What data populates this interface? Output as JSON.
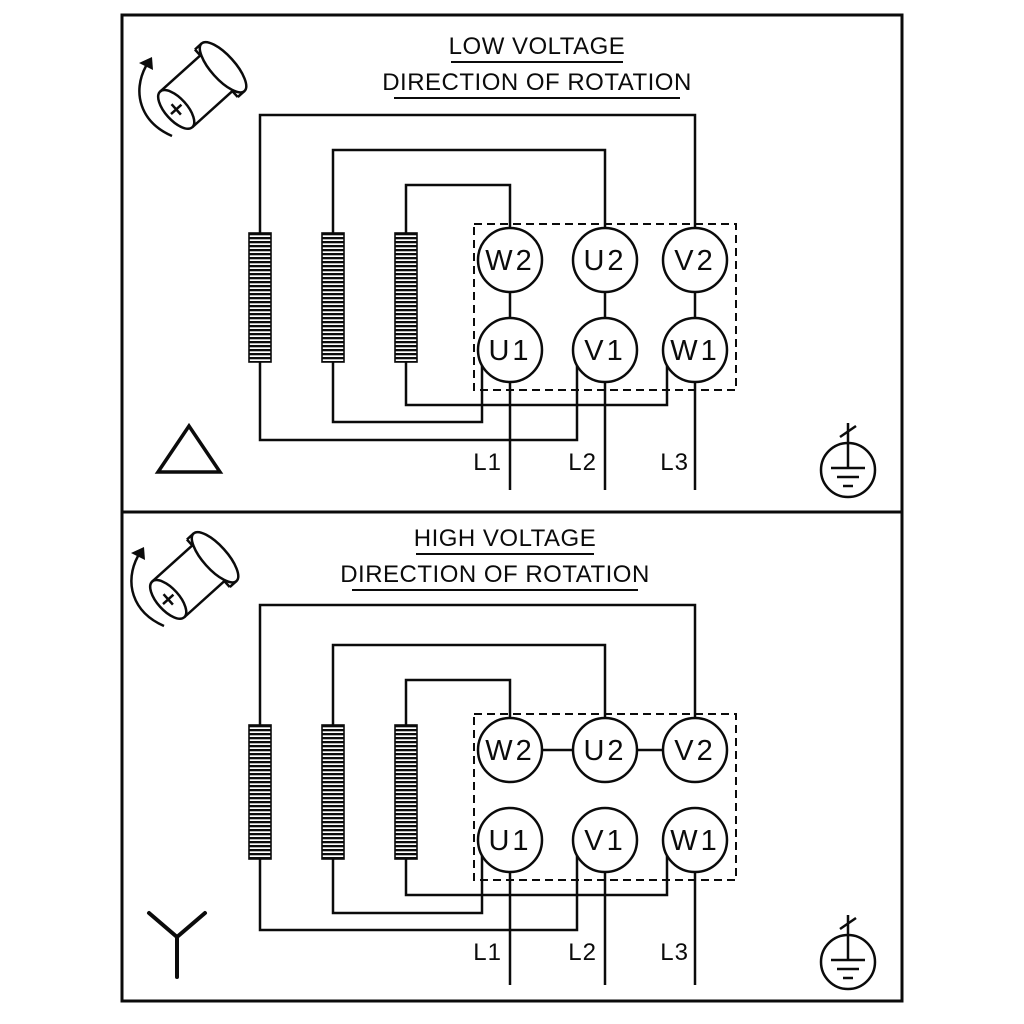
{
  "panels": [
    {
      "title": "LOW VOLTAGE",
      "subtitle": "DIRECTION OF ROTATION",
      "connection_symbol": "delta",
      "terminals": {
        "top_row": [
          "W2",
          "U2",
          "V2"
        ],
        "bottom_row": [
          "U1",
          "V1",
          "W1"
        ]
      },
      "supply_lines": [
        "L1",
        "L2",
        "L3"
      ]
    },
    {
      "title": "HIGH VOLTAGE",
      "subtitle": "DIRECTION OF ROTATION",
      "connection_symbol": "star",
      "terminals": {
        "top_row": [
          "W2",
          "U2",
          "V2"
        ],
        "bottom_row": [
          "U1",
          "V1",
          "W1"
        ]
      },
      "supply_lines": [
        "L1",
        "L2",
        "L3"
      ]
    }
  ],
  "icons": {
    "rotation_direction": "motor-shaft-with-ccw-arrow",
    "low_voltage_connection": "delta-triangle",
    "high_voltage_connection": "star-y",
    "ground": "earth-ground-in-circle"
  },
  "colors": {
    "ink": "#0b0b0b",
    "background": "#ffffff"
  }
}
